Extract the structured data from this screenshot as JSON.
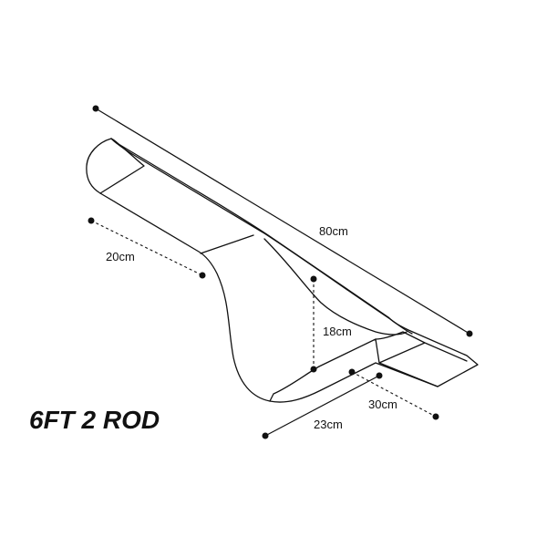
{
  "dimensions": {
    "length": "80cm",
    "depth": "20cm",
    "height": "18cm",
    "width_front": "30cm",
    "width_bottom": "23cm"
  },
  "title": "6FT 2 ROD"
}
